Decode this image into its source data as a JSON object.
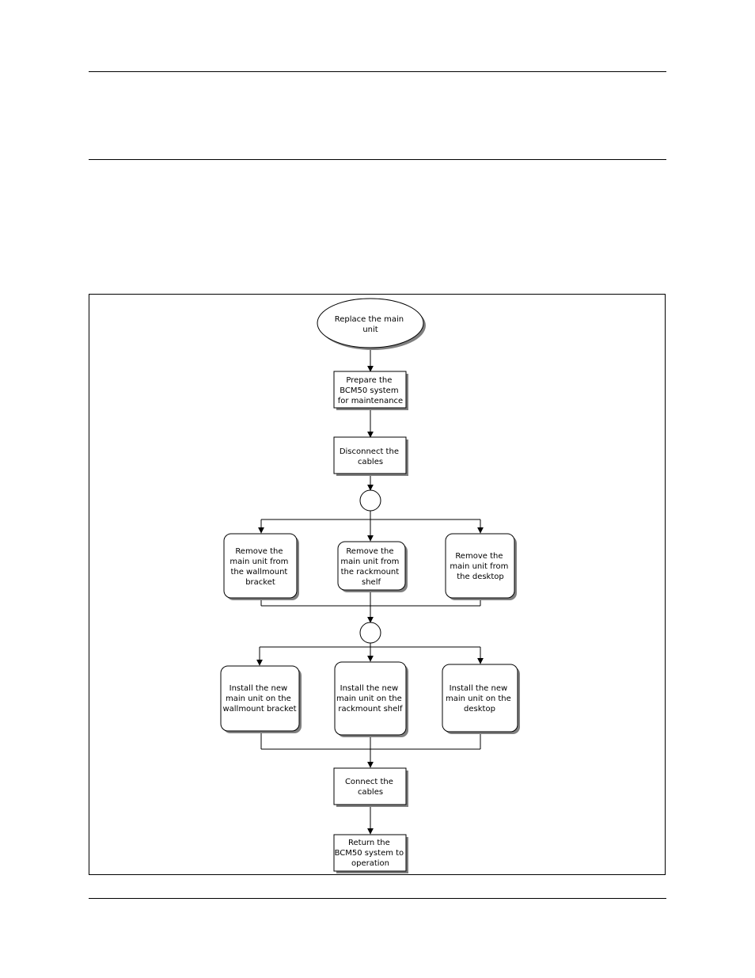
{
  "flowchart": {
    "start": [
      "Replace the main",
      "unit"
    ],
    "prepare": [
      "Prepare the",
      "BCM50 system",
      "for maintenance"
    ],
    "disconnect": [
      "Disconnect the",
      "cables"
    ],
    "remove_wallmount": [
      "Remove the",
      "main unit from",
      "the wallmount",
      "bracket"
    ],
    "remove_rackmount": [
      "Remove the",
      "main unit from",
      "the rackmount",
      "shelf"
    ],
    "remove_desktop": [
      "Remove the",
      "main unit from",
      "the desktop"
    ],
    "install_wallmount": [
      "Install the new",
      "main unit on the",
      "wallmount bracket"
    ],
    "install_rackmount": [
      "Install the new",
      "main unit on the",
      "rackmount shelf"
    ],
    "install_desktop": [
      "Install the new",
      "main unit on the",
      "desktop"
    ],
    "connect": [
      "Connect the",
      "cables"
    ],
    "return": [
      "Return the",
      "BCM50 system to",
      "operation"
    ]
  },
  "colors": {
    "line": "#000000",
    "fill": "#ffffff",
    "shadow": "#7f7f7f"
  }
}
